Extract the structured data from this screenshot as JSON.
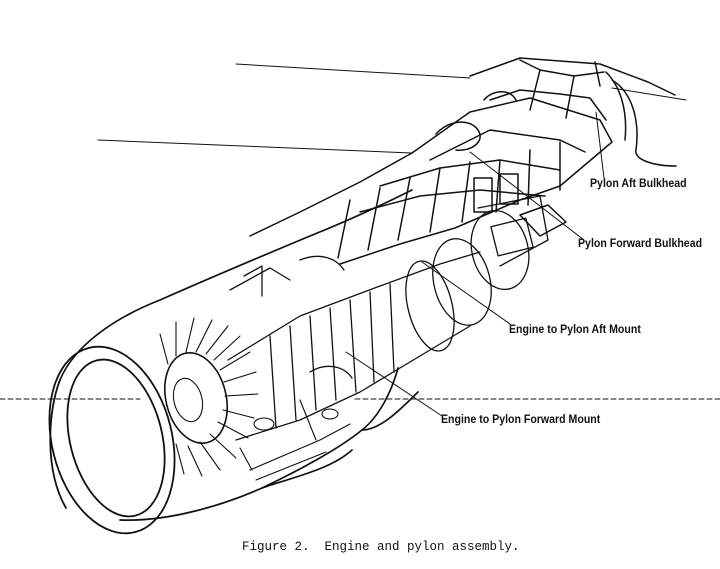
{
  "callouts": {
    "pylon_aft_bulkhead": "Pylon Aft Bulkhead",
    "pylon_forward_bulkhead": "Pylon Forward Bulkhead",
    "engine_to_pylon_aft_mount": "Engine to Pylon Aft Mount",
    "engine_to_pylon_forward_mount": "Engine to Pylon Forward Mount"
  },
  "caption": "Figure 2.  Engine and pylon assembly.",
  "colors": {
    "ink": "#111111",
    "paper": "#ffffff"
  }
}
